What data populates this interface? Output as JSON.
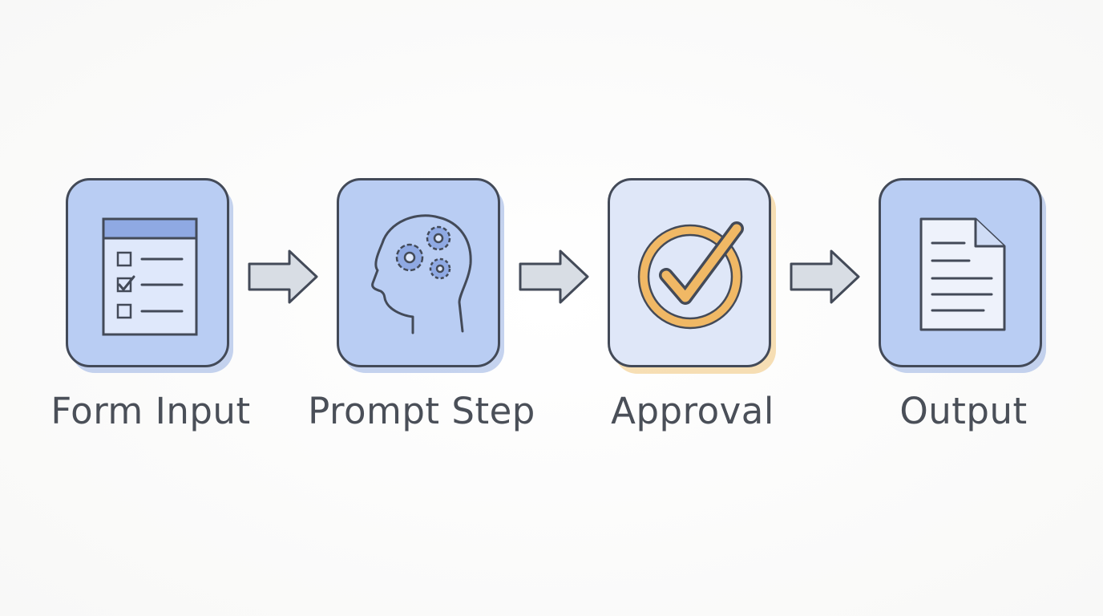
{
  "diagram": {
    "steps": [
      {
        "label": "Form Input",
        "icon": "form-checklist-icon"
      },
      {
        "label": "Prompt Step",
        "icon": "head-gears-icon"
      },
      {
        "label": "Approval",
        "icon": "checkmark-circle-icon"
      },
      {
        "label": "Output",
        "icon": "document-icon"
      }
    ],
    "colors": {
      "box_fill": "#b9cdf3",
      "approval_fill": "#dfe7f8",
      "outline": "#434a58",
      "accent": "#f0b865",
      "arrow_fill": "#d8dde4"
    }
  }
}
